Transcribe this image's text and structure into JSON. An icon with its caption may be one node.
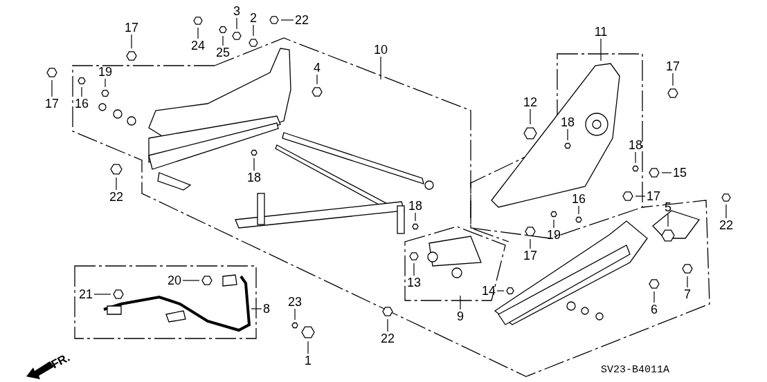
{
  "diagram": {
    "nodes": [
      {
        "text": [
          "17"
        ]
      },
      {
        "text": [
          "24"
        ]
      },
      {
        "text": [
          "25"
        ]
      },
      {
        "text": [
          "3"
        ]
      },
      {
        "text": [
          "2"
        ]
      },
      {
        "text": [
          "22"
        ]
      },
      {
        "text": [
          "17"
        ]
      },
      {
        "text": [
          "16"
        ]
      },
      {
        "text": [
          "19"
        ]
      },
      {
        "text": [
          "4"
        ]
      },
      {
        "text": [
          "10"
        ]
      },
      {
        "text": [
          "11"
        ]
      },
      {
        "text": [
          "17"
        ]
      },
      {
        "text": [
          "12"
        ]
      },
      {
        "text": [
          "18"
        ]
      },
      {
        "text": [
          "18"
        ]
      },
      {
        "text": [
          "18"
        ]
      },
      {
        "text": [
          "18"
        ]
      },
      {
        "text": [
          "15"
        ]
      },
      {
        "text": [
          "17"
        ]
      },
      {
        "text": [
          "22"
        ]
      },
      {
        "text": [
          "16"
        ]
      },
      {
        "text": [
          "19"
        ]
      },
      {
        "text": [
          "17"
        ]
      },
      {
        "text": [
          "5"
        ]
      },
      {
        "text": [
          "22"
        ]
      },
      {
        "text": [
          "13"
        ]
      },
      {
        "text": [
          "14"
        ]
      },
      {
        "text": [
          "9"
        ]
      },
      {
        "text": [
          "20"
        ]
      },
      {
        "text": [
          "21"
        ]
      },
      {
        "text": [
          "8"
        ]
      },
      {
        "text": [
          "23"
        ]
      },
      {
        "text": [
          "1"
        ]
      },
      {
        "text": [
          "22"
        ]
      },
      {
        "text": [
          "6"
        ]
      },
      {
        "text": [
          "7"
        ]
      }
    ],
    "edges": [
      {
        "from": 0,
        "to": null,
        "arrow": "none"
      },
      {
        "from": 1,
        "to": null,
        "arrow": "none"
      },
      {
        "from": 2,
        "to": null,
        "arrow": "none"
      },
      {
        "from": 3,
        "to": null,
        "arrow": "none"
      },
      {
        "from": 4,
        "to": null,
        "arrow": "none"
      },
      {
        "from": 5,
        "to": null,
        "arrow": "none"
      },
      {
        "from": 6,
        "to": null,
        "arrow": "none"
      },
      {
        "from": 7,
        "to": null,
        "arrow": "none"
      },
      {
        "from": 8,
        "to": null,
        "arrow": "none"
      },
      {
        "from": 9,
        "to": null,
        "arrow": "none"
      },
      {
        "from": 10,
        "to": null,
        "arrow": "none"
      },
      {
        "from": 11,
        "to": null,
        "arrow": "none"
      },
      {
        "from": 12,
        "to": null,
        "arrow": "none"
      },
      {
        "from": 13,
        "to": null,
        "arrow": "none"
      },
      {
        "from": 14,
        "to": null,
        "arrow": "none"
      },
      {
        "from": 15,
        "to": null,
        "arrow": "none"
      },
      {
        "from": 16,
        "to": null,
        "arrow": "none"
      },
      {
        "from": 17,
        "to": null,
        "arrow": "none"
      },
      {
        "from": 18,
        "to": null,
        "arrow": "none"
      },
      {
        "from": 19,
        "to": null,
        "arrow": "none"
      },
      {
        "from": 20,
        "to": null,
        "arrow": "none"
      },
      {
        "from": 21,
        "to": null,
        "arrow": "none"
      },
      {
        "from": 22,
        "to": null,
        "arrow": "none"
      },
      {
        "from": 23,
        "to": null,
        "arrow": "none"
      },
      {
        "from": 24,
        "to": null,
        "arrow": "none"
      },
      {
        "from": 25,
        "to": null,
        "arrow": "none"
      },
      {
        "from": 26,
        "to": null,
        "arrow": "none"
      },
      {
        "from": 27,
        "to": null,
        "arrow": "none"
      },
      {
        "from": 28,
        "to": null,
        "arrow": "none"
      },
      {
        "from": 29,
        "to": null,
        "arrow": "none"
      },
      {
        "from": 30,
        "to": null,
        "arrow": "none"
      },
      {
        "from": 31,
        "to": null,
        "arrow": "none"
      },
      {
        "from": 32,
        "to": null,
        "arrow": "none"
      },
      {
        "from": 33,
        "to": null,
        "arrow": "none"
      },
      {
        "from": 34,
        "to": null,
        "arrow": "none"
      },
      {
        "from": 35,
        "to": null,
        "arrow": "none"
      },
      {
        "from": 36,
        "to": null,
        "arrow": "none"
      }
    ],
    "labels": [
      "FR.",
      "SV23-B4011A"
    ]
  }
}
